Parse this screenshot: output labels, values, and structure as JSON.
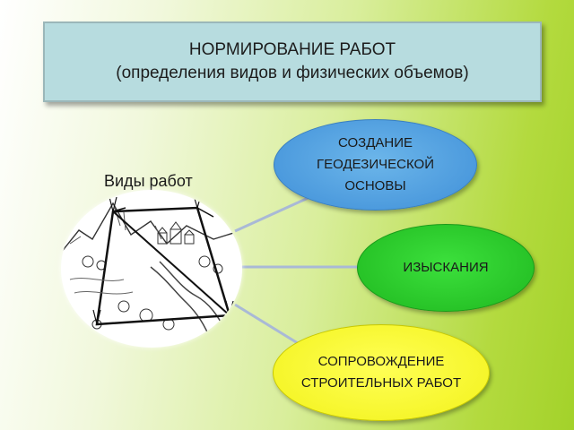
{
  "title": {
    "line1": "НОРМИРОВАНИЕ РАБОТ",
    "line2": "(определения видов и физических объемов)"
  },
  "hub_label": "Виды работ",
  "nodes": [
    {
      "lines": [
        "СОЗДАНИЕ",
        "ГЕОДЕЗИЧЕСКОЙ",
        "ОСНОВЫ"
      ],
      "color": "#4a9be0"
    },
    {
      "lines": [
        "ИЗЫСКАНИЯ"
      ],
      "color": "#22c322"
    },
    {
      "lines": [
        "СОПРОВОЖДЕНИЕ",
        "СТРОИТЕЛЬНЫХ РАБОТ"
      ],
      "color": "#f7f72a"
    }
  ],
  "connector_color": "#a9b9d6",
  "image_icon": "landscape-survey-sketch-icon"
}
